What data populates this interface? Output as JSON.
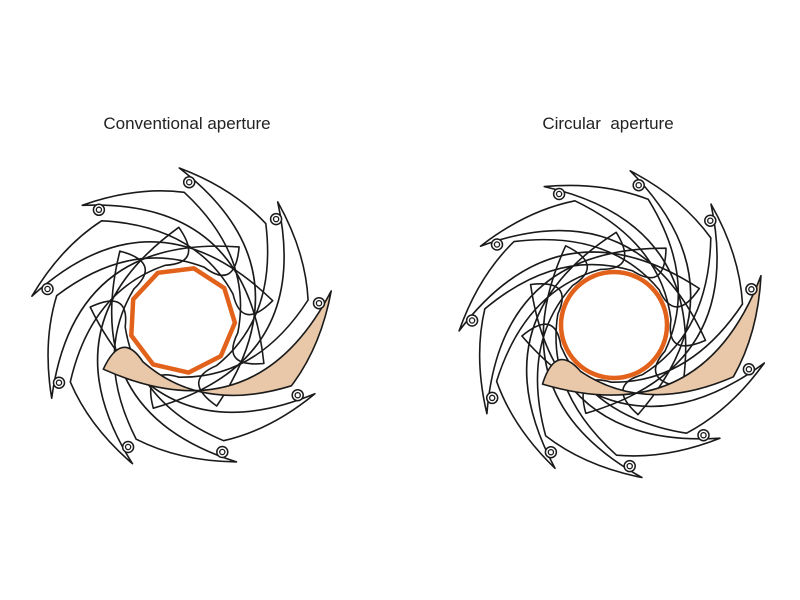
{
  "diagrams": [
    {
      "title": "Conventional aperture",
      "aperture_shape": "polygon",
      "blade_count": 9,
      "opening_color": "#e2621b",
      "highlight_color": "#e8c8a8"
    },
    {
      "title": "Circular  aperture",
      "aperture_shape": "circle",
      "blade_count": 11,
      "opening_color": "#e2621b",
      "highlight_color": "#e8c8a8"
    }
  ]
}
